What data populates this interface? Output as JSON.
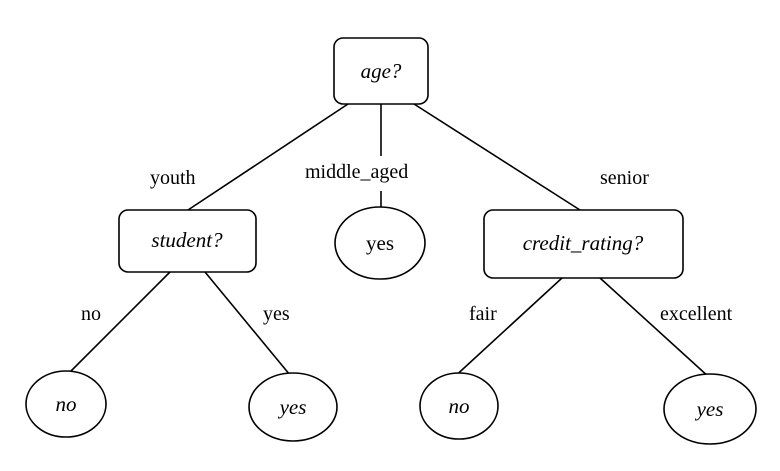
{
  "tree": {
    "root": {
      "label": "age?"
    },
    "nodes": {
      "student": {
        "label": "student?"
      },
      "middle_leaf": {
        "label": "yes"
      },
      "credit": {
        "label": "credit_rating?"
      },
      "student_no": {
        "label": "no"
      },
      "student_yes": {
        "label": "yes"
      },
      "credit_fair": {
        "label": "no"
      },
      "credit_excellent": {
        "label": "yes"
      }
    },
    "branches": {
      "youth": "youth",
      "middle_aged": "middle_aged",
      "senior": "senior",
      "student_no": "no",
      "student_yes": "yes",
      "credit_fair": "fair",
      "credit_excellent": "excellent"
    }
  }
}
